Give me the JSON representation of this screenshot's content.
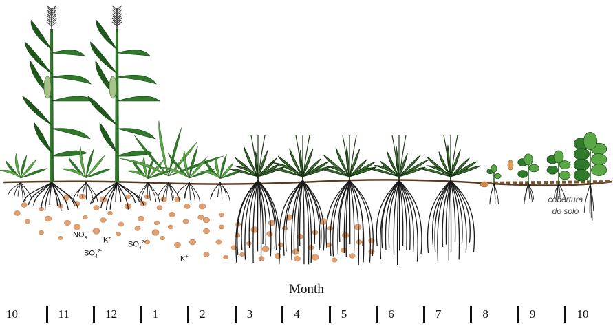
{
  "nutrients": {
    "no3": "NO3-",
    "k_plus_1": "K+",
    "so4_1": "SO42-",
    "so4_2": "SO42-",
    "k_plus_2": "K+"
  },
  "soil_cover_label": [
    "cobertura",
    "do solo"
  ],
  "axis_title": "Month",
  "months": [
    "10",
    "11",
    "12",
    "1",
    "2",
    "3",
    "4",
    "5",
    "6",
    "7",
    "8",
    "9",
    "10"
  ],
  "colors": {
    "leaf": "#2f7a2a",
    "leaf_light": "#5aa845",
    "leaf_dark": "#1f5a1c",
    "root": "#1a1a1a",
    "nutrient_particle": "#e2a070",
    "ground": "#6b4a2a",
    "tassel": "#444444"
  }
}
